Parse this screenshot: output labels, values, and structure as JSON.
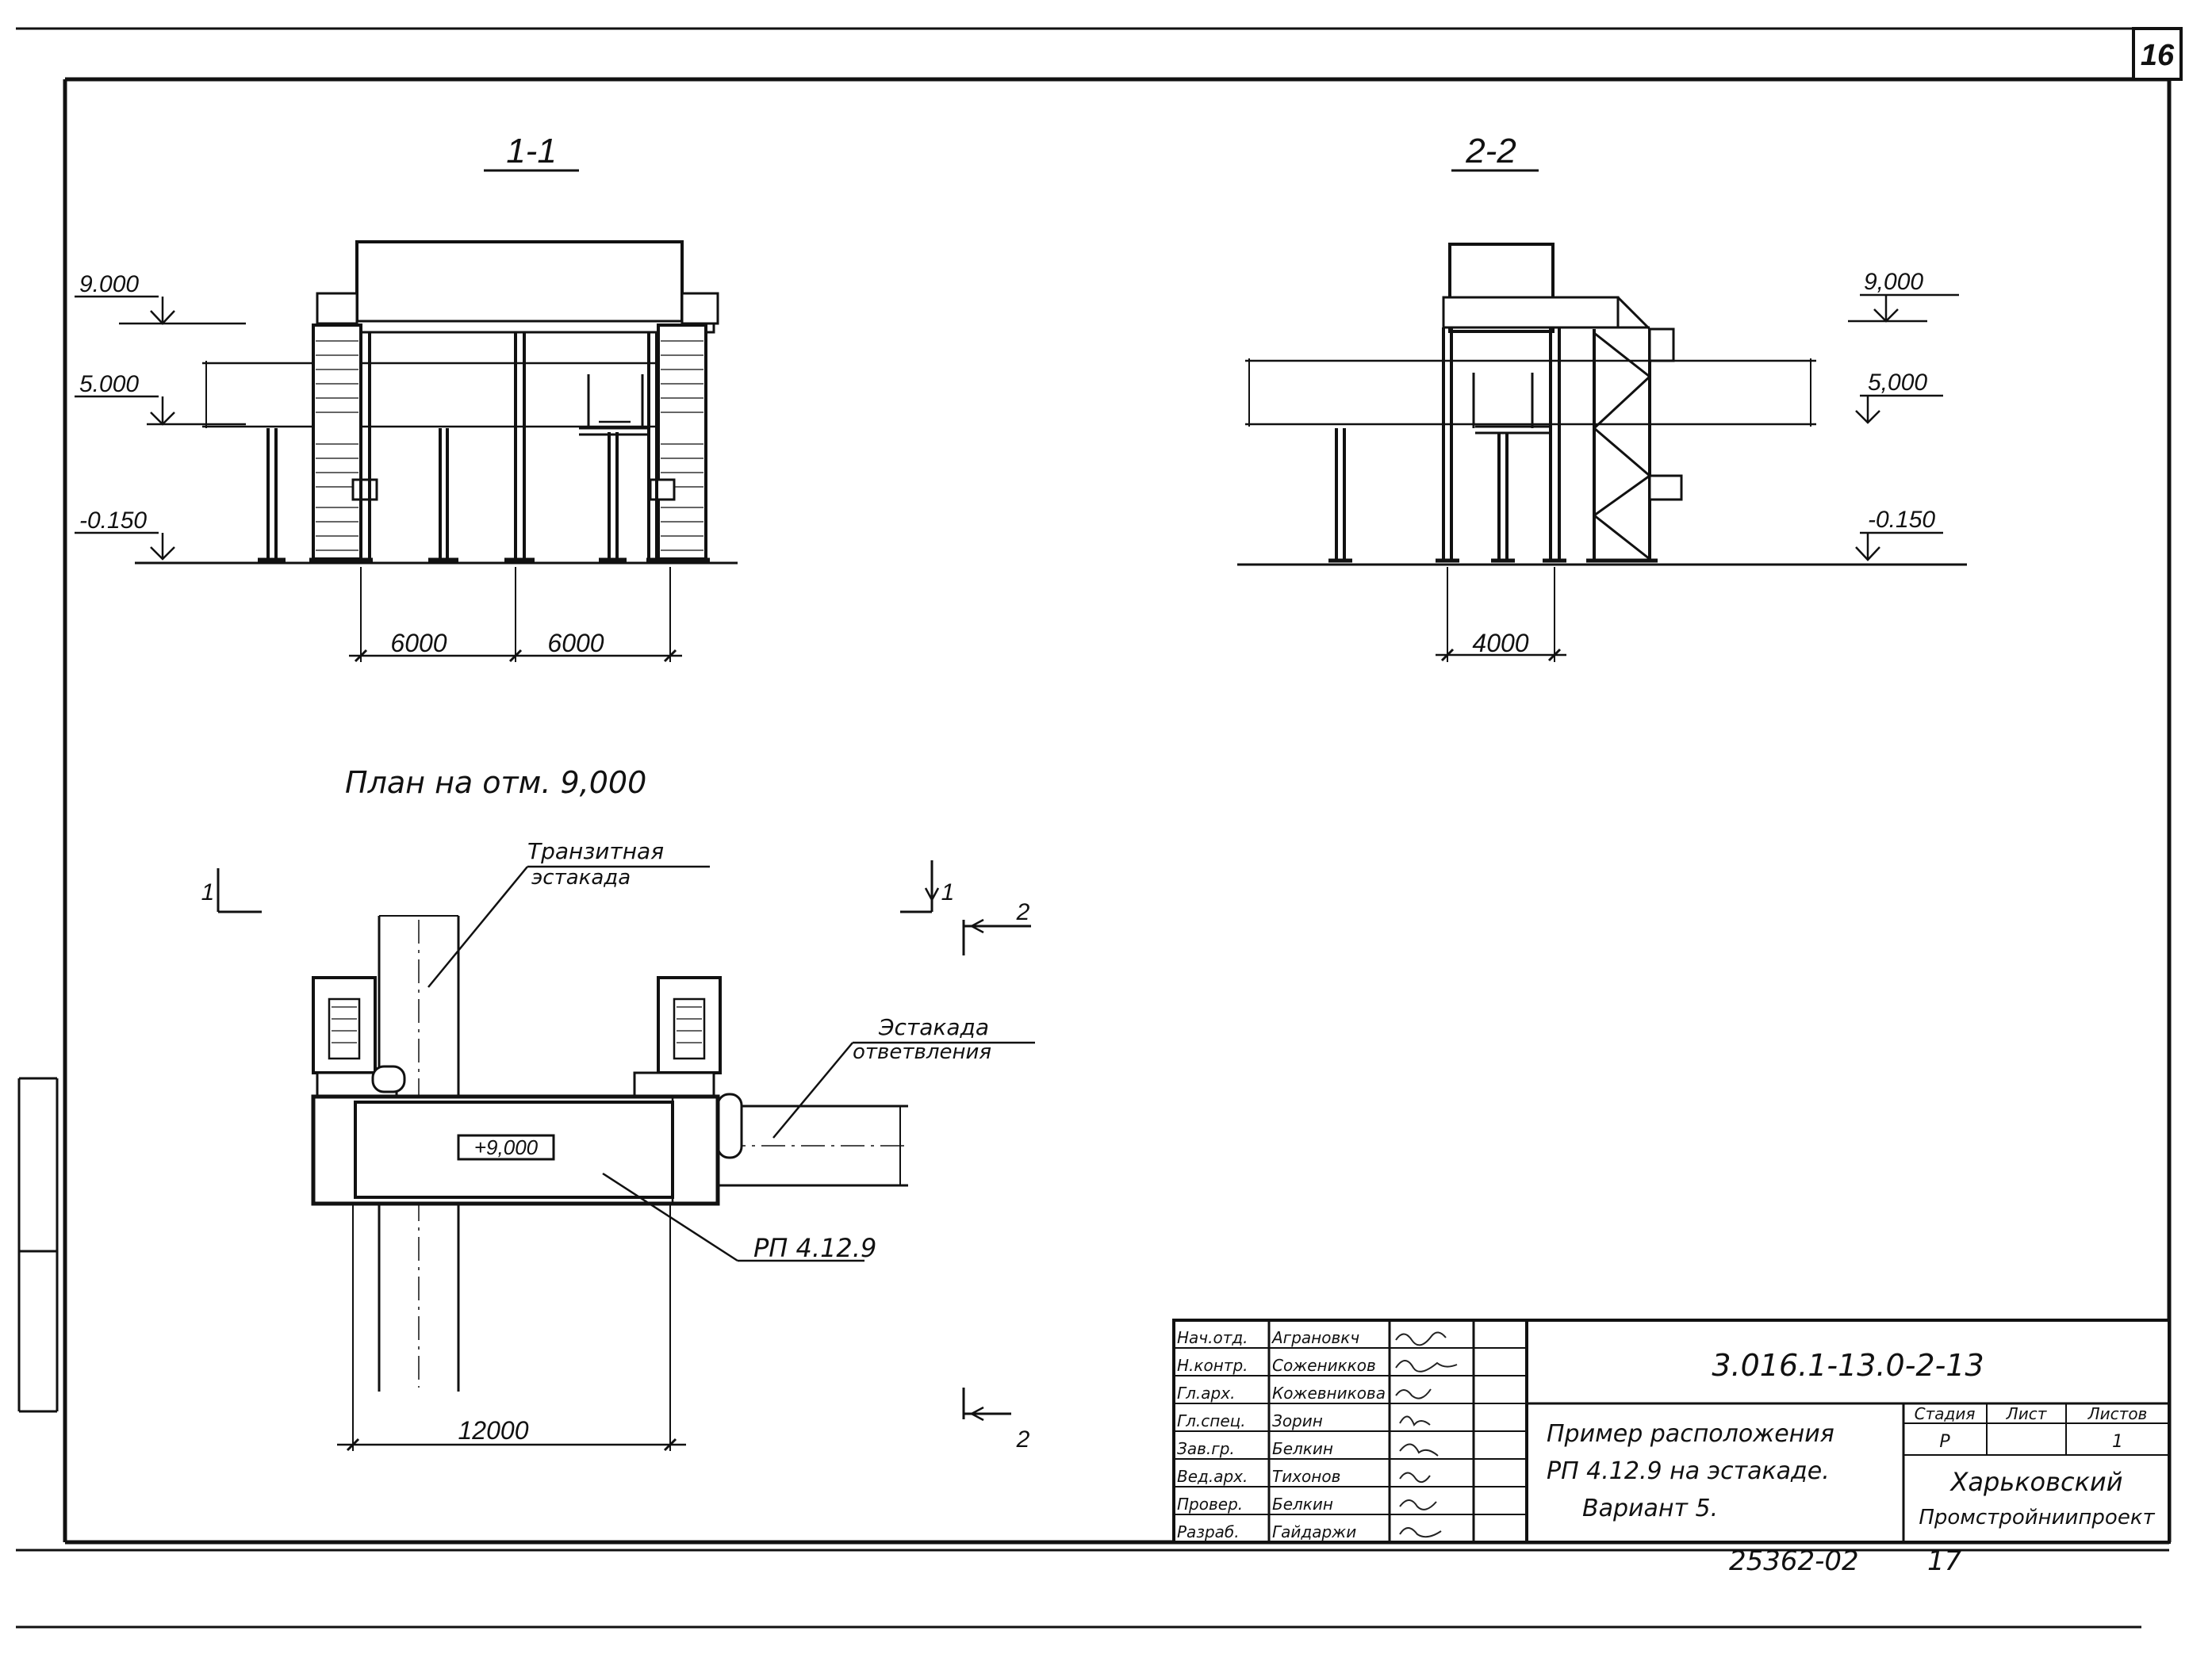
{
  "sheet": {
    "page_number": "16",
    "document_code": "3.016.1-13.0-2-13",
    "archive_number": "25362-02",
    "archive_sheet": "17"
  },
  "section_1": {
    "title": "1-1",
    "levels": [
      "9.000",
      "5.000",
      "-0.150"
    ],
    "dims": [
      "6000",
      "6000"
    ]
  },
  "section_2": {
    "title": "2-2",
    "levels": [
      "9,000",
      "5,000",
      "-0.150"
    ],
    "dims": [
      "4000"
    ]
  },
  "plan": {
    "title": "План на отм. 9,000",
    "transit_label_1": "Транзитная",
    "transit_label_2": "эстакада",
    "branch_label_1": "Эстакада",
    "branch_label_2": "ответвления",
    "platform_mark": "+9,000",
    "equipment_label": "РП 4.12.9",
    "dim": "12000",
    "cut_1_left": "1",
    "cut_1_right": "1",
    "cut_2_top": "2",
    "cut_2_bottom": "2"
  },
  "title_block": {
    "rows": [
      {
        "role": "Нач.отд.",
        "name": "Аграновкч"
      },
      {
        "role": "Н.контр.",
        "name": "Соженикков"
      },
      {
        "role": "Гл.арх.",
        "name": "Кожевникова"
      },
      {
        "role": "Гл.спец.",
        "name": "Зорин"
      },
      {
        "role": "Зав.гр.",
        "name": "Белкин"
      },
      {
        "role": "Вед.арх.",
        "name": "Тихонов"
      },
      {
        "role": "Провер.",
        "name": "Белкин"
      },
      {
        "role": "Разраб.",
        "name": "Гайдаржи"
      }
    ],
    "description_1": "Пример расположения",
    "description_2": "РП 4.12.9 на эстакаде.",
    "description_3": "Вариант 5.",
    "col_stage": "Стадия",
    "col_sheet": "Лист",
    "col_sheets": "Листов",
    "stage": "Р",
    "sheets": "1",
    "org_1": "Харьковский",
    "org_2": "Промстройниипроект"
  }
}
